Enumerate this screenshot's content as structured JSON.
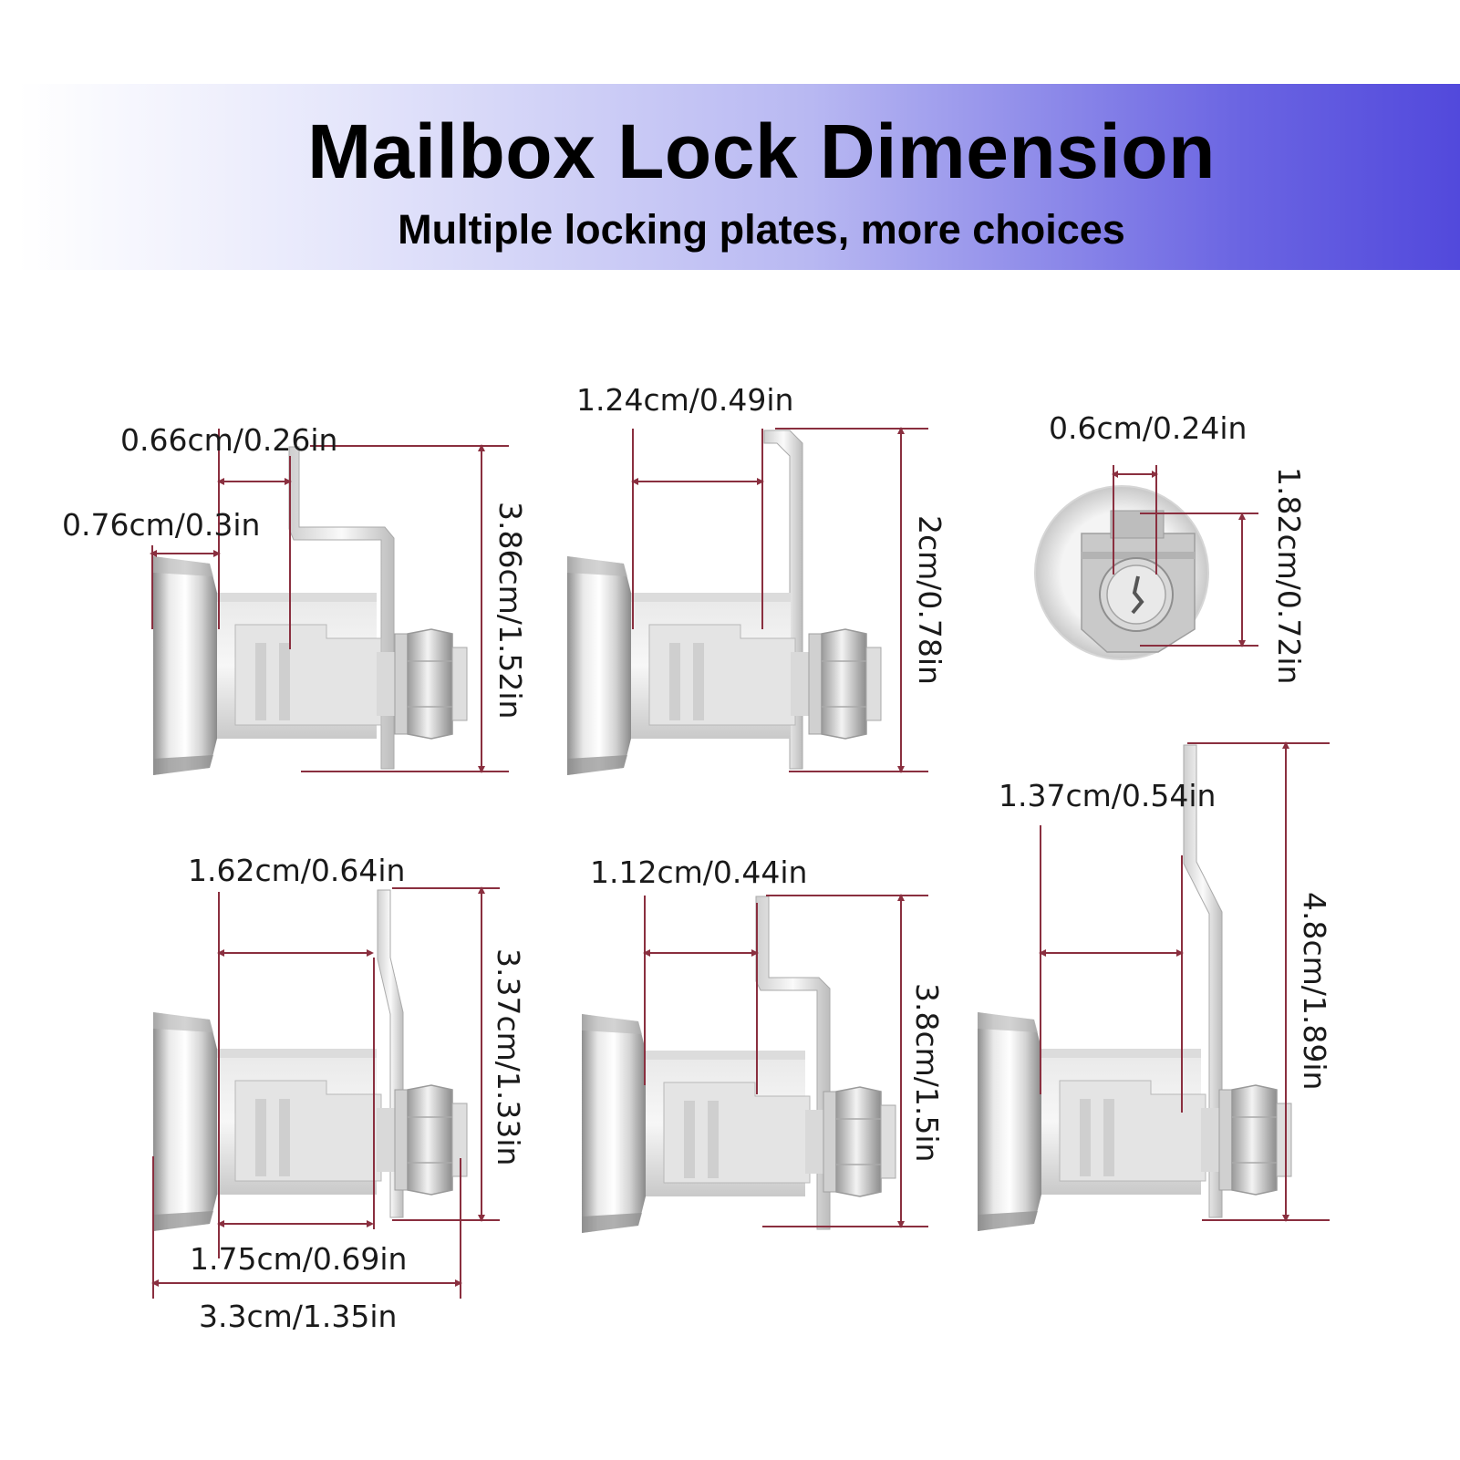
{
  "header": {
    "title": "Mailbox Lock Dimension",
    "subtitle": "Multiple locking plates, more choices"
  },
  "colors": {
    "dimension_line": "#8a2f3f",
    "metal_light": "#f2f2f2",
    "metal_dark": "#9a9a9a",
    "banner_start": "#ffffff",
    "banner_end": "#5249dc"
  },
  "lock_1": {
    "cam_offset": "0.66cm/0.26in",
    "face_thickness": "0.76cm/0.3in",
    "height": "3.86cm/1.52in"
  },
  "lock_2": {
    "cam_offset": "1.24cm/0.49in",
    "height": "2cm/0.78in"
  },
  "lock_3": {
    "keyway_width": "0.6cm/0.24in",
    "keyway_height": "1.82cm/0.72in"
  },
  "lock_4": {
    "cam_offset": "1.62cm/0.64in",
    "height": "3.37cm/1.33in",
    "body_length": "1.75cm/0.69in",
    "overall_length": "3.3cm/1.35in"
  },
  "lock_5": {
    "cam_offset": "1.12cm/0.44in",
    "height": "3.8cm/1.5in"
  },
  "lock_6": {
    "cam_offset": "1.37cm/0.54in",
    "height": "4.8cm/1.89in"
  }
}
